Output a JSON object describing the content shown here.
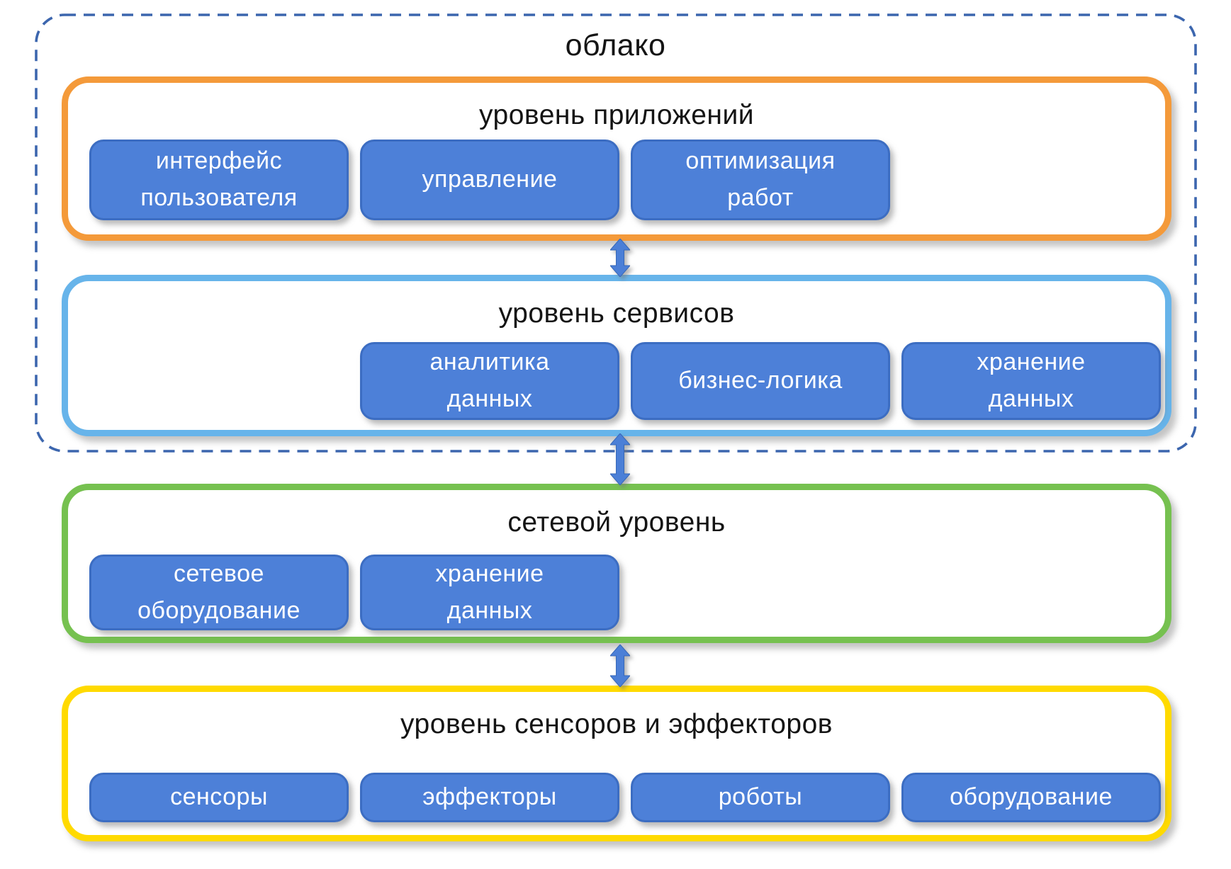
{
  "diagram": {
    "cloud": {
      "label": "облако"
    },
    "layers": [
      {
        "id": "applications",
        "title": "уровень приложений",
        "border_color": "#f49a3a",
        "boxes": [
          {
            "label": "интерфейс\nпользователя"
          },
          {
            "label": "управление"
          },
          {
            "label": "оптимизация\nработ"
          }
        ]
      },
      {
        "id": "services",
        "title": "уровень сервисов",
        "border_color": "#67b4ea",
        "boxes": [
          {
            "label": "аналитика\nданных"
          },
          {
            "label": "бизнес-логика"
          },
          {
            "label": "хранение\nданных"
          }
        ]
      },
      {
        "id": "network",
        "title": "сетевой уровень",
        "border_color": "#76c150",
        "boxes": [
          {
            "label": "сетевое\nоборудование"
          },
          {
            "label": "хранение\nданных"
          }
        ]
      },
      {
        "id": "sensors-effectors",
        "title": "уровень сенсоров и эффекторов",
        "border_color": "#ffda00",
        "boxes": [
          {
            "label": "сенсоры"
          },
          {
            "label": "эффекторы"
          },
          {
            "label": "роботы"
          },
          {
            "label": "оборудование"
          }
        ]
      }
    ],
    "colors": {
      "cloud_border": "#3c66ae",
      "node_fill": "#4d80d8",
      "node_border": "#3c6dc2",
      "node_text": "#ffffff",
      "arrow": "#4b7fd7",
      "title_text": "#141414",
      "background": "#ffffff"
    }
  }
}
